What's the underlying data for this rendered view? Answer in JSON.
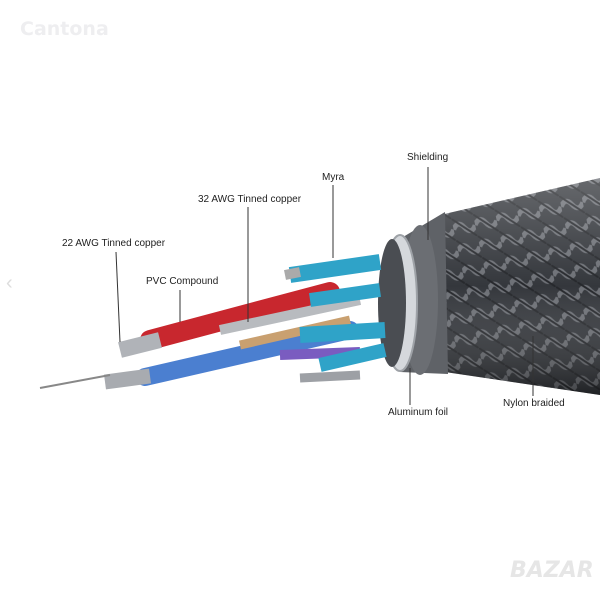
{
  "watermarks": {
    "top_left": "Cantona",
    "bottom_right": "BAZAR"
  },
  "labels": {
    "shielding": "Shielding",
    "myra": "Myra",
    "awg32": "32 AWG Tinned copper",
    "awg22": "22 AWG Tinned copper",
    "pvc": "PVC Compound",
    "aluminum": "Aluminum foil",
    "nylon": "Nylon braided"
  },
  "nav": {
    "prev_icon": "chevron-left-icon"
  },
  "colors": {
    "braid": "#3a3d42",
    "shield": "#6b6e73",
    "foil": "#c9ccd0",
    "blue": "#2fa3c8",
    "red": "#c8272e",
    "copper": "#b0b3b8"
  }
}
